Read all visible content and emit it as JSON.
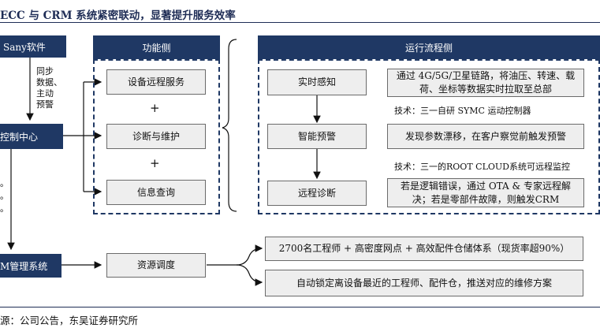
{
  "title": "ECC 与 CRM 系统紧密联动，显著提升服务效率",
  "source": "源：公司公告，东吴证券研究所",
  "left_column": {
    "top_box": "Sany软件",
    "middle_box": "控制中心",
    "bottom_box": "M管理系统",
    "sync_label": [
      "同步",
      "数据、",
      "主动",
      "预警"
    ],
    "side_chars": [
      "。",
      "。",
      "。"
    ]
  },
  "function_panel": {
    "header": "功能侧",
    "items": [
      "设备远程服务",
      "诊断与维护",
      "信息查询"
    ],
    "plus": "+"
  },
  "process_panel": {
    "header": "运行流程侧",
    "steps": [
      {
        "name": "实时感知",
        "desc": "通过 4G/5G/卫星链路，将油压、转速、载荷、坐标等数据实时拉取至总部"
      },
      {
        "name": "智能预警",
        "desc": "发现参数漂移，在客户察觉前触发预警"
      },
      {
        "name": "远程诊断",
        "desc": "若是逻辑错误，通过 OTA & 专家远程解决；若是零部件故障，则触发CRM"
      }
    ],
    "tech_notes": [
      "技术：三一自研 SYMC 运动控制器",
      "技术：三一的ROOT CLOUD系统可远程监控"
    ]
  },
  "resource": {
    "box": "资源调度",
    "outputs": [
      "2700名工程师 + 高密度网点 + 高效配件仓储体系（现货率超90%）",
      "自动锁定离设备最近的工程师、配件仓，推送对应的维修方案"
    ]
  },
  "colors": {
    "navy": "#1f3864",
    "box_fill": "#eeeeee",
    "border": "#6b6b6b"
  }
}
